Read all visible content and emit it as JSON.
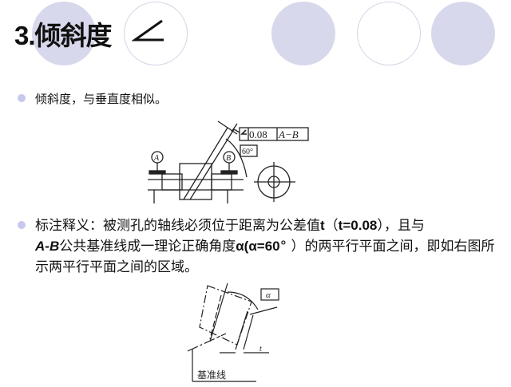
{
  "slide": {
    "title": "3.倾斜度",
    "title_symbol": "angularity-symbol",
    "decor_colors": {
      "filled": "#d8d8ec",
      "outline": "#d4d4e8",
      "bullet": "#c8c8ee"
    },
    "bullets": [
      {
        "text": "倾斜度，与垂直度相似。"
      },
      {
        "part1": "标注释义：被测孔的轴线必须位于距离为公差值",
        "t_bold": "t",
        "part2": "（",
        "t_value": "t=0.08",
        "part3": "），且与",
        "datum_bold": "A-B",
        "part4": "公共基准线成一理论正确角度",
        "alpha_bold": "α(α=60",
        "part5": "°  ）的两平行平面之间，即如右图所示两平行平面之间的区域。"
      }
    ],
    "figure1": {
      "tolerance_value": "0.08",
      "datum_ref": "A−B",
      "angle_box": "60°",
      "datum_a": "A",
      "datum_b": "B"
    },
    "figure2": {
      "alpha_label": "α",
      "t_label": "t",
      "baseline_label": "基准线"
    }
  }
}
